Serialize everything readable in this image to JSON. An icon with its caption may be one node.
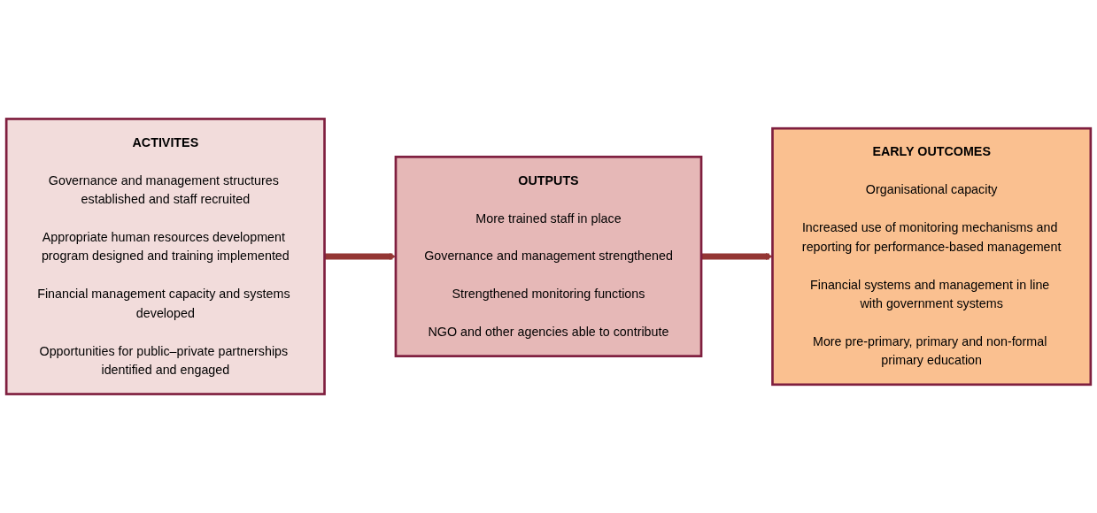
{
  "diagram": {
    "nodes": [
      {
        "text": [
          "ACTIVITES",
          "Governance and management structures established and staff recruited",
          "Appropriate human resources development program designed and training implemented",
          "Financial management capacity and systems developed",
          "Opportunities for public–private partnerships identified and engaged"
        ]
      },
      {
        "text": [
          "OUTPUTS",
          "More trained staff in place",
          "Governance and management strengthened",
          "Strengthened monitoring functions",
          "NGO and other agencies able to contribute"
        ]
      },
      {
        "text": [
          "EARLY OUTCOMES",
          "Organisational capacity",
          "Increased use of monitoring mechanisms and reporting for performance-based management",
          "Financial systems and management in line with government systems",
          "More pre-primary, primary and non-formal primary education"
        ]
      }
    ],
    "edges": [
      {
        "from": 0,
        "to": 1,
        "arrow": "to"
      },
      {
        "from": 1,
        "to": 2,
        "arrow": "to"
      }
    ]
  }
}
